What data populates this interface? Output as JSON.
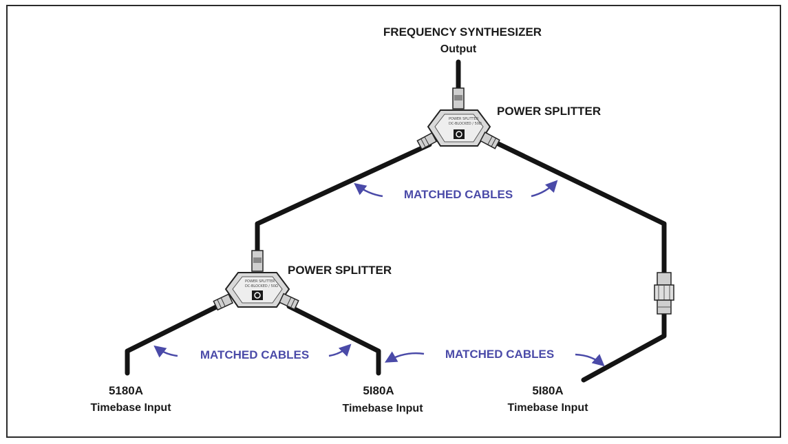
{
  "labels": {
    "synth_title": "FREQUENCY SYNTHESIZER",
    "synth_output": "Output",
    "splitter_top": "POWER SPLITTER",
    "splitter_mid": "POWER SPLITTER",
    "matched_top": "MATCHED CABLES",
    "matched_left": "MATCHED CABLES",
    "matched_right": "MATCHED CABLES",
    "input1_model": "5180A",
    "input1_desc": "Timebase Input",
    "input2_model": "5I80A",
    "input2_desc": "Timebase Input",
    "input3_model": "5I80A",
    "input3_desc": "Timebase Input"
  },
  "splitter_plate": {
    "line1": "POWER SPLITTER",
    "line2": "DC-BLOCKED / 50Ω"
  },
  "colors": {
    "cable": "#141414",
    "annotation": "#4a4aa8",
    "text": "#1a1a1a",
    "splitter_body": "#d9d9d9"
  }
}
